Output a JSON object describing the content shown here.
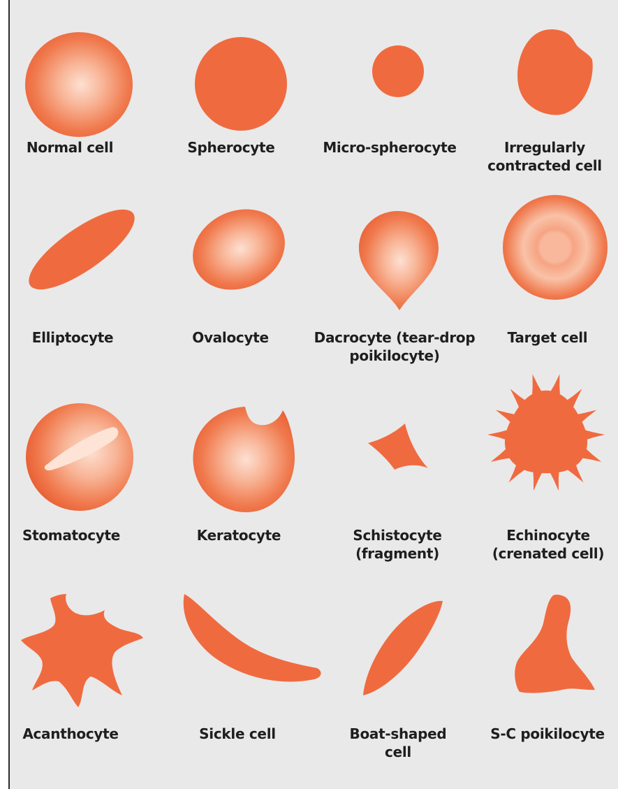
{
  "colors": {
    "cell_fill": "#f06a3f",
    "cell_highlight": "#fde0d2",
    "pale_center": "#f9b89b",
    "background": "#e9e9e9",
    "label_text": "#1e1e1e"
  },
  "cells": [
    {
      "id": "normal-cell",
      "label": "Normal cell"
    },
    {
      "id": "spherocyte",
      "label": "Spherocyte"
    },
    {
      "id": "micro-spherocyte",
      "label": "Micro-spherocyte"
    },
    {
      "id": "irregularly-contracted-cell",
      "label": "Irregularly\ncontracted cell"
    },
    {
      "id": "elliptocyte",
      "label": "Elliptocyte"
    },
    {
      "id": "ovalocyte",
      "label": "Ovalocyte"
    },
    {
      "id": "dacrocyte",
      "label": "Dacrocyte (tear-drop\npoikilocyte)"
    },
    {
      "id": "target-cell",
      "label": "Target cell"
    },
    {
      "id": "stomatocyte",
      "label": "Stomatocyte"
    },
    {
      "id": "keratocyte",
      "label": "Keratocyte"
    },
    {
      "id": "schistocyte",
      "label": "Schistocyte\n(fragment)"
    },
    {
      "id": "echinocyte",
      "label": "Echinocyte\n(crenated cell)"
    },
    {
      "id": "acanthocyte",
      "label": "Acanthocyte"
    },
    {
      "id": "sickle-cell",
      "label": "Sickle cell"
    },
    {
      "id": "boat-shaped-cell",
      "label": "Boat-shaped\ncell"
    },
    {
      "id": "s-c-poikilocyte",
      "label": "S-C poikilocyte"
    }
  ]
}
